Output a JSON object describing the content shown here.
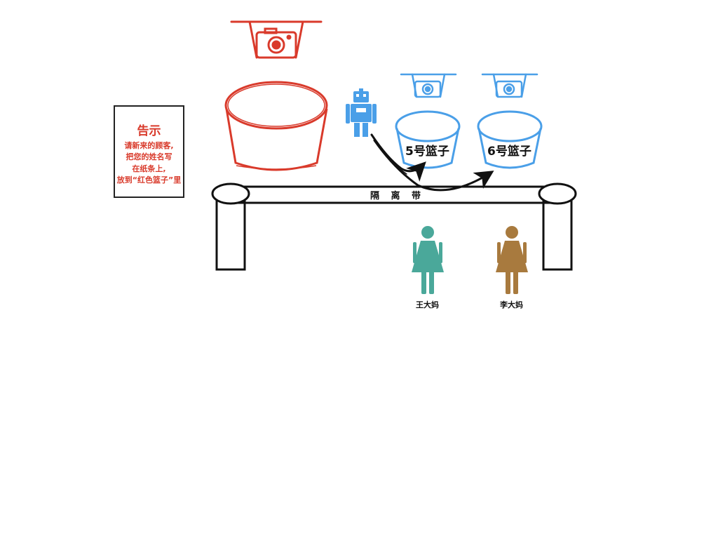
{
  "notice": {
    "title": "告示",
    "lines": [
      "请新来的顾客,",
      "把您的姓名写",
      "在纸条上,",
      "放到“红色篮子”里"
    ]
  },
  "baskets": [
    {
      "label": "5号篮子"
    },
    {
      "label": "6号篮子"
    }
  ],
  "barrier": {
    "label": "隔 离 带"
  },
  "people": [
    {
      "name": "王大妈",
      "color": "#4aa89a"
    },
    {
      "name": "李大妈",
      "color": "#a87a3e"
    }
  ],
  "colors": {
    "red": "#d93a2b",
    "blue": "#4a9fe8",
    "ink": "#222222"
  },
  "icons": [
    "camera-icon",
    "robot-icon",
    "person-icon",
    "arrow-icon"
  ]
}
